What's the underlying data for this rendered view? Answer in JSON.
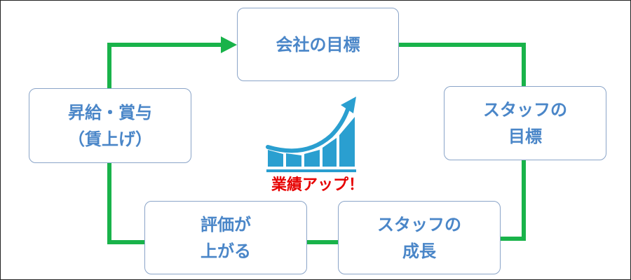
{
  "boxes": {
    "goal": {
      "lines": [
        "会社の目標"
      ]
    },
    "staff_goal": {
      "lines": [
        "スタッフの",
        "目標"
      ]
    },
    "growth": {
      "lines": [
        "スタッフの",
        "成長"
      ]
    },
    "evaluation": {
      "lines": [
        "評価が",
        "上がる"
      ]
    },
    "raise": {
      "lines": [
        "昇給・賞与",
        "（賃上げ）"
      ]
    }
  },
  "center": {
    "icon": "growth-bar-chart-icon",
    "label": "業績アップ！"
  },
  "colors": {
    "cycle_line": "#19b34a",
    "box_text": "#4a86c8",
    "box_border": "#8aa4c8",
    "chart_blue": "#2a9fd0",
    "highlight_red": "#e60000"
  }
}
